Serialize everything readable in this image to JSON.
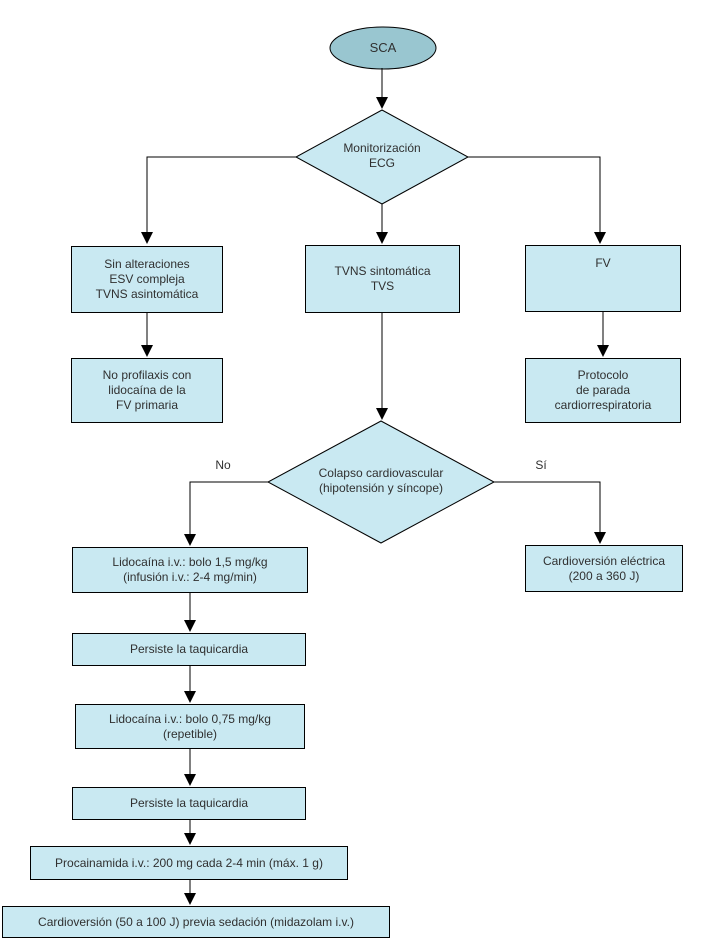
{
  "colors": {
    "node_fill": "#c9e9f2",
    "start_fill": "#99c6d0",
    "stroke": "#000000",
    "text": "#303030",
    "background": "#ffffff"
  },
  "nodes": {
    "start": {
      "label": "SCA"
    },
    "monitor": {
      "lines": [
        "Monitorización",
        "ECG"
      ]
    },
    "sin_alteraciones": {
      "lines": [
        "Sin alteraciones",
        "ESV compleja",
        "TVNS asintomática"
      ]
    },
    "tvns_sintomatica": {
      "lines": [
        "TVNS sintomática",
        "TVS"
      ]
    },
    "fv": {
      "lines": [
        "FV"
      ]
    },
    "no_profilaxis": {
      "lines": [
        "No profilaxis con",
        "lidocaína de la",
        "FV primaria"
      ]
    },
    "protocolo_parada": {
      "lines": [
        "Protocolo",
        "de parada",
        "cardiorrespiratoria"
      ]
    },
    "colapso": {
      "lines": [
        "Colapso cardiovascular",
        "(hipotensión y síncope)"
      ]
    },
    "lidocaina_1_5": {
      "lines": [
        "Lidocaína i.v.: bolo 1,5 mg/kg",
        "(infusión i.v.: 2-4 mg/min)"
      ]
    },
    "cardioversion_electrica": {
      "lines": [
        "Cardioversión eléctrica",
        "(200 a 360 J)"
      ]
    },
    "persiste_1": {
      "lines": [
        "Persiste la taquicardia"
      ]
    },
    "lidocaina_0_75": {
      "lines": [
        "Lidocaína i.v.: bolo 0,75 mg/kg",
        "(repetible)"
      ]
    },
    "persiste_2": {
      "lines": [
        "Persiste la taquicardia"
      ]
    },
    "procainamida": {
      "lines": [
        "Procainamida i.v.: 200 mg cada 2-4 min (máx. 1 g)"
      ]
    },
    "cardioversion_final": {
      "lines": [
        "Cardioversión (50 a 100 J) previa sedación (midazolam i.v.)"
      ]
    }
  },
  "edge_labels": {
    "no": "No",
    "si": "Sí"
  }
}
